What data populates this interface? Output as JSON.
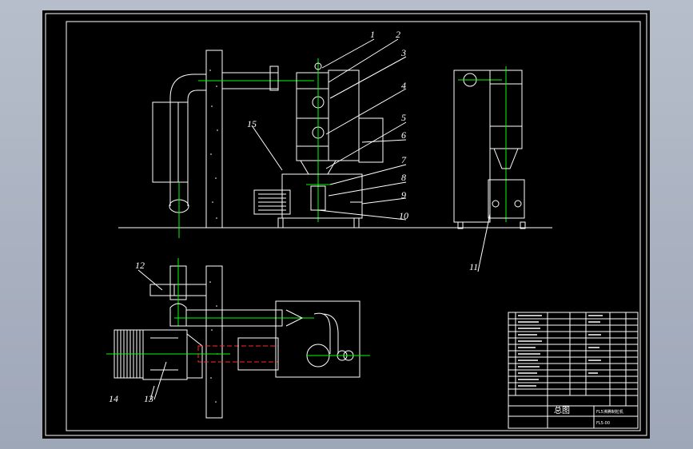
{
  "balloons": [
    {
      "id": "1",
      "text": "1"
    },
    {
      "id": "2",
      "text": "2"
    },
    {
      "id": "3",
      "text": "3"
    },
    {
      "id": "4",
      "text": "4"
    },
    {
      "id": "5",
      "text": "5"
    },
    {
      "id": "6",
      "text": "6"
    },
    {
      "id": "7",
      "text": "7"
    },
    {
      "id": "8",
      "text": "8"
    },
    {
      "id": "9",
      "text": "9"
    },
    {
      "id": "10",
      "text": "10"
    },
    {
      "id": "11",
      "text": "11"
    },
    {
      "id": "12",
      "text": "12"
    },
    {
      "id": "13",
      "text": "13"
    },
    {
      "id": "14",
      "text": "14"
    },
    {
      "id": "15",
      "text": "15"
    }
  ],
  "title_block": {
    "title": "总图",
    "project": "FL5沸腾制粒机",
    "drawing_no": "FL5-00"
  },
  "colors": {
    "background": "#000000",
    "line": "#ffffff",
    "centerline": "#00ff00",
    "hidden": "#ff2a2a"
  }
}
